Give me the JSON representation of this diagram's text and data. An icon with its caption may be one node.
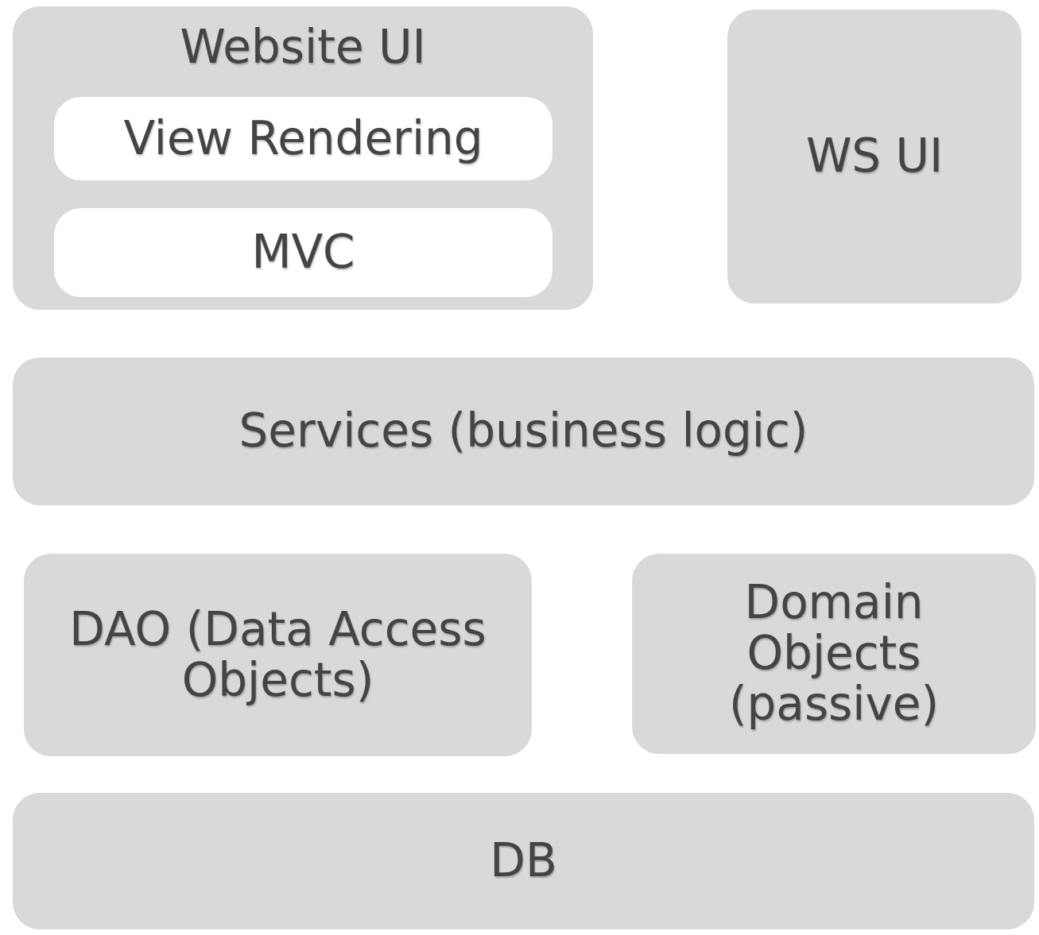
{
  "diagram": {
    "nodes": [
      {
        "text": [
          "Website UI"
        ]
      },
      {
        "text": [
          "View Rendering"
        ],
        "in": 0
      },
      {
        "text": [
          "MVC"
        ],
        "in": 0
      },
      {
        "text": [
          "WS UI"
        ]
      },
      {
        "text": [
          "Services (business logic)"
        ]
      },
      {
        "text": [
          "DAO (Data Access Objects)"
        ]
      },
      {
        "text": [
          "Domain Objects (passive)"
        ]
      },
      {
        "text": [
          "DB"
        ]
      }
    ]
  }
}
